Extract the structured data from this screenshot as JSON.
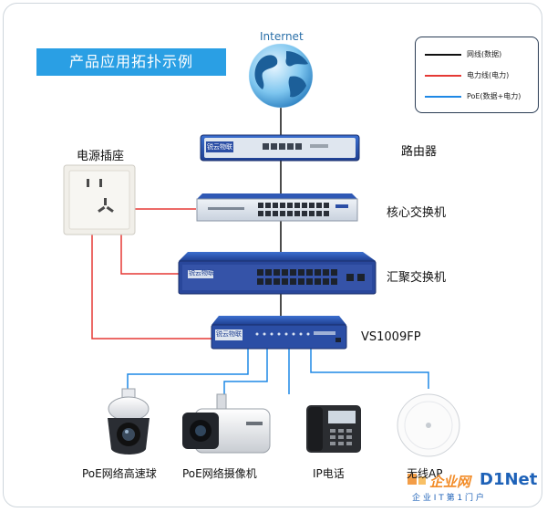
{
  "title": "产品应用拓扑示例",
  "internet": "Internet",
  "legend": [
    {
      "label": "网线(数据)",
      "color": "#111111"
    },
    {
      "label": "电力线(电力)",
      "color": "#e53935"
    },
    {
      "label": "PoE(数据+电力)",
      "color": "#1e88e5"
    }
  ],
  "socket_label": "电源插座",
  "brand_label": "锐云物联",
  "devices": {
    "router": "路由器",
    "core_switch": "核心交换机",
    "agg_switch": "汇聚交换机",
    "poe_switch": "VS1009FP"
  },
  "endpoints": {
    "dome_camera": "PoE网络高速球",
    "bullet_camera": "PoE网络摄像机",
    "ip_phone": "IP电话",
    "wireless_ap": "无线AP"
  },
  "watermark": {
    "line1": "企业网",
    "brand": "D1Net",
    "line2": "企 业 I T 第 1 门 户"
  }
}
